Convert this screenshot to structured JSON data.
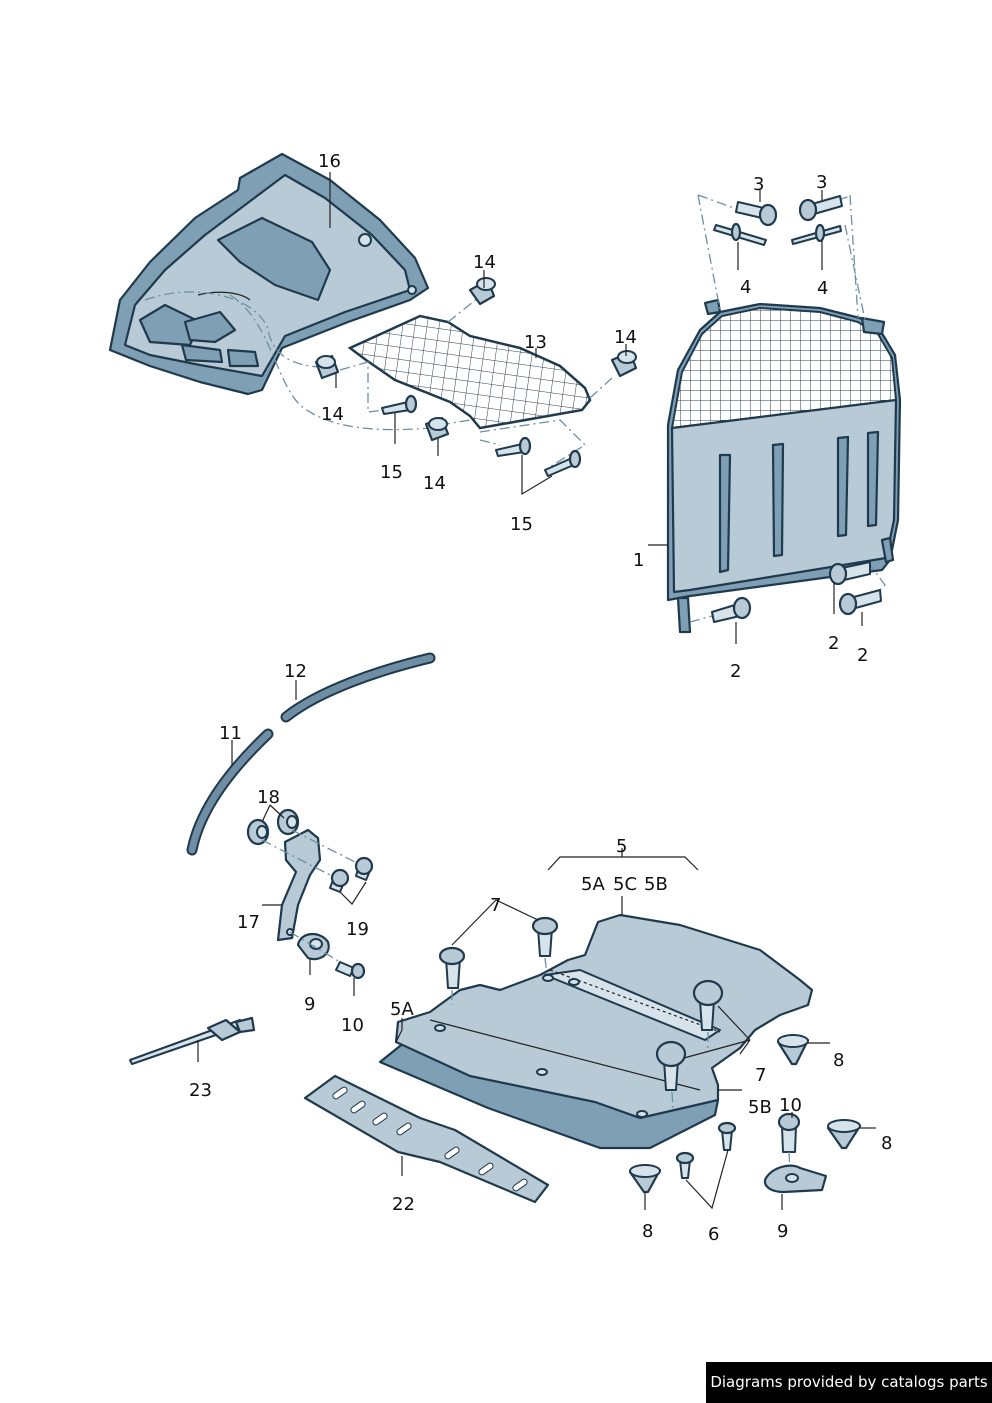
{
  "labels": {
    "l16": "16",
    "l14a": "14",
    "l13": "13",
    "l14b": "14",
    "l14c": "14",
    "l15a": "15",
    "l14d": "14",
    "l15b": "15",
    "l3a": "3",
    "l3b": "3",
    "l4a": "4",
    "l4b": "4",
    "l1": "1",
    "l2a": "2",
    "l2b": "2",
    "l2c": "2",
    "l12": "12",
    "l11": "11",
    "l18": "18",
    "l19": "19",
    "l17": "17",
    "l9a": "9",
    "l10a": "10",
    "l23": "23",
    "l5": "5",
    "l5a_top": "5A",
    "l5c": "5C",
    "l5b_top": "5B",
    "l7a": "7",
    "l5a": "5A",
    "l7b": "7",
    "l8a": "8",
    "l5b": "5B",
    "l10b": "10",
    "l8b": "8",
    "l22": "22",
    "l8c": "8",
    "l6": "6",
    "l9b": "9"
  },
  "credit": "Diagrams provided by catalogs parts"
}
